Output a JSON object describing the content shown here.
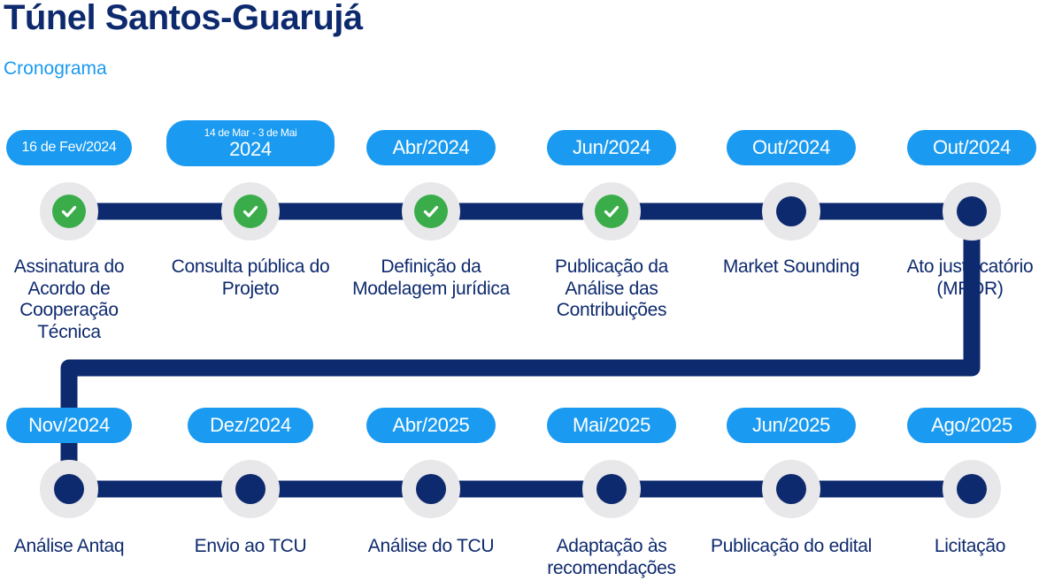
{
  "header": {
    "title": "Túnel Santos-Guarujá",
    "subtitle": "Cronograma"
  },
  "colors": {
    "navy": "#0e2a6e",
    "accent_blue": "#1a9af0",
    "done_green": "#3aad4a",
    "node_halo": "#e8e8ea"
  },
  "steps": [
    {
      "date": "16 de Fev/2024",
      "label": "Assinatura do Acordo de Cooperação Técnica",
      "status": "done",
      "icon": "check-icon"
    },
    {
      "date_top": "14 de Mar - 3 de Mai",
      "date": "2024",
      "label": "Consulta pública do Projeto",
      "status": "done",
      "icon": "check-icon"
    },
    {
      "date": "Abr/2024",
      "label": "Definição da Modelagem jurídica",
      "status": "done",
      "icon": "check-icon"
    },
    {
      "date": "Jun/2024",
      "label": "Publicação da Análise das Contribuições",
      "status": "done",
      "icon": "check-icon"
    },
    {
      "date": "Out/2024",
      "label": "Market Sounding",
      "status": "pending",
      "icon": "dot-icon"
    },
    {
      "date": "Out/2024",
      "label": "Ato justificatório (MPOR)",
      "status": "pending",
      "icon": "dot-icon"
    },
    {
      "date": "Nov/2024",
      "label": "Análise Antaq",
      "status": "pending",
      "icon": "dot-icon"
    },
    {
      "date": "Dez/2024",
      "label": "Envio ao TCU",
      "status": "pending",
      "icon": "dot-icon"
    },
    {
      "date": "Abr/2025",
      "label": "Análise do TCU",
      "status": "pending",
      "icon": "dot-icon"
    },
    {
      "date": "Mai/2025",
      "label": "Adaptação às recomendações",
      "status": "pending",
      "icon": "dot-icon"
    },
    {
      "date": "Jun/2025",
      "label": "Publicação do edital",
      "status": "pending",
      "icon": "dot-icon"
    },
    {
      "date": "Ago/2025",
      "label": "Licitação",
      "status": "pending",
      "icon": "dot-icon"
    }
  ]
}
